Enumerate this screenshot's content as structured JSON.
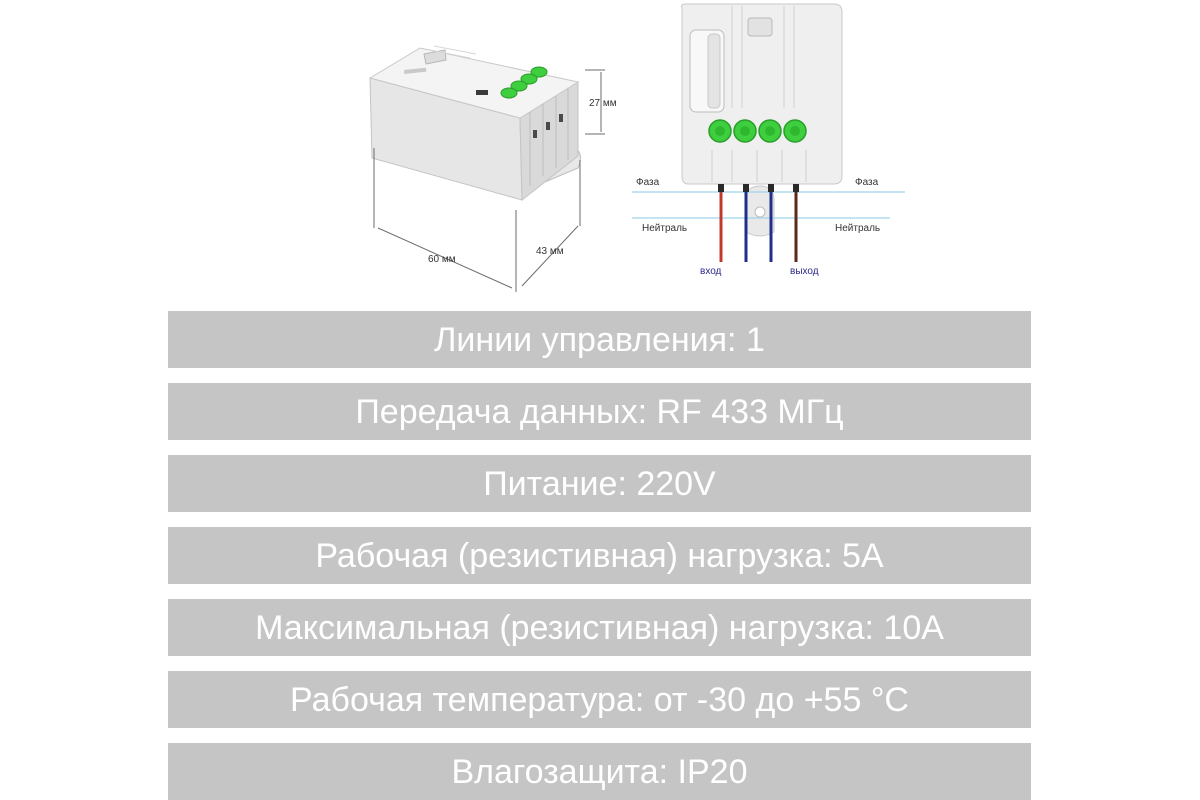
{
  "dimensions": {
    "height": "27 мм",
    "length": "60 мм",
    "width": "43 мм"
  },
  "wiring": {
    "phase_left": "Фаза",
    "phase_right": "Фаза",
    "neutral_left": "Нейтраль",
    "neutral_right": "Нейтраль",
    "input": "вход",
    "output": "выход"
  },
  "colors": {
    "terminal_green": "#3ecf3e",
    "spec_bar": "#c5c5c5",
    "wire_red": "#c0392b",
    "wire_blue": "#1f2f8a",
    "wire_brown": "#5a2a1a",
    "guide_line": "#9fd3ea"
  },
  "specs": [
    "Линии управления: 1",
    "Передача данных: RF 433 МГц",
    "Питание: 220V",
    "Рабочая (резистивная) нагрузка: 5А",
    "Максимальная (резистивная) нагрузка: 10А",
    "Рабочая температура: от -30 до +55 °С",
    "Влагозащита: IP20"
  ]
}
